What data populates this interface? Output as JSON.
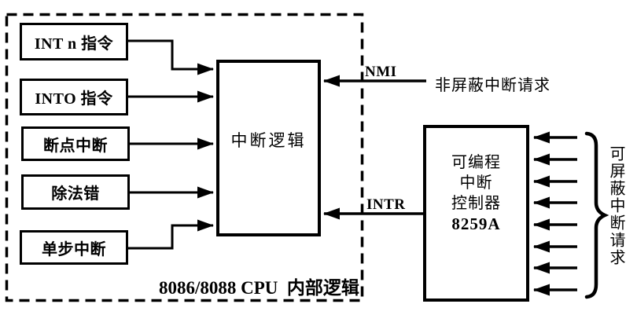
{
  "sources": [
    {
      "label": "INT n 指令"
    },
    {
      "label": "INTO 指令"
    },
    {
      "label": "断点中断"
    },
    {
      "label": "除法错"
    },
    {
      "label": "单步中断"
    }
  ],
  "interrupt_logic_label": "中断逻辑",
  "pic_lines": [
    "可编程",
    "中断",
    "控制器",
    "8259A"
  ],
  "signals": {
    "nmi": "NMI",
    "intr": "INTR"
  },
  "captions": {
    "nmi_request": "非屏蔽中断请求",
    "maskable_request": "可屏蔽中断请求",
    "cpu_region": "8086/8088 CPU  内部逻辑"
  },
  "colors": {
    "ink": "#000000",
    "background": "#ffffff"
  }
}
